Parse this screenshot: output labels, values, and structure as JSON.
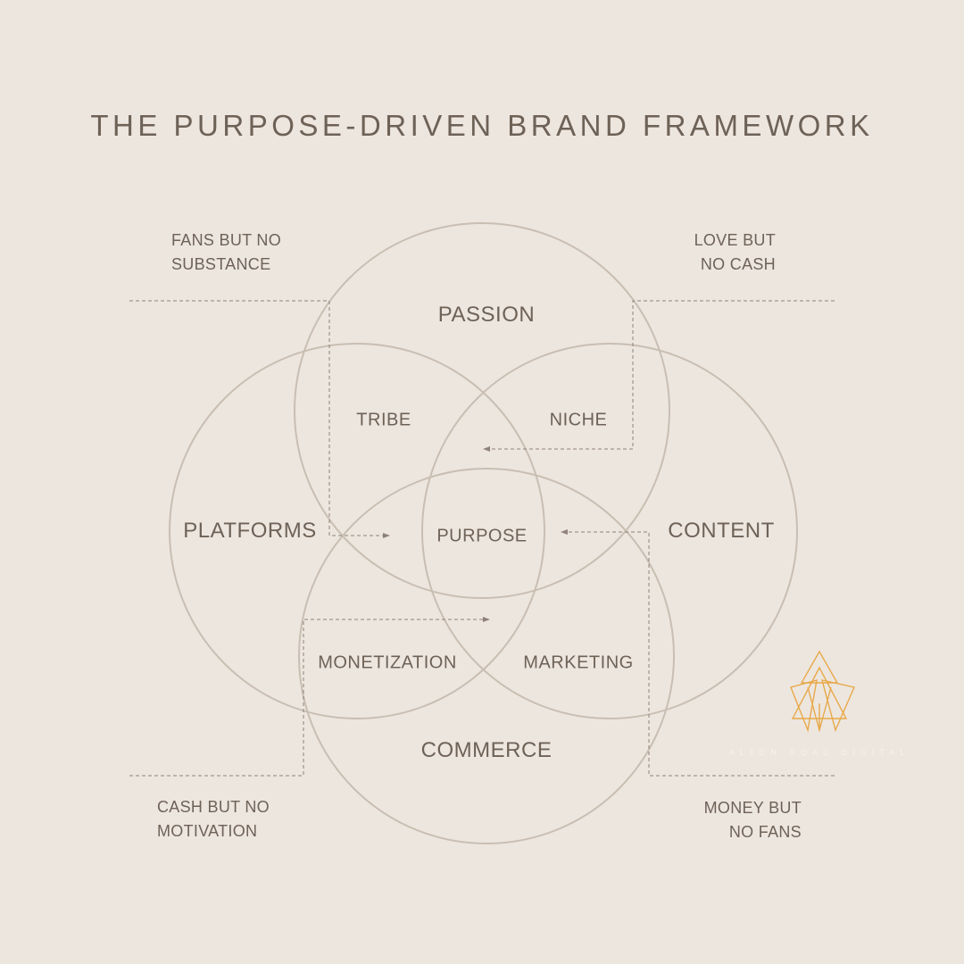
{
  "title": "THE PURPOSE-DRIVEN BRAND FRAMEWORK",
  "circles": {
    "passion": "PASSION",
    "platforms": "PLATFORMS",
    "content": "CONTENT",
    "commerce": "COMMERCE"
  },
  "overlaps": {
    "tribe": "TRIBE",
    "niche": "NICHE",
    "purpose": "PURPOSE",
    "monetization": "MONETIZATION",
    "marketing": "MARKETING"
  },
  "corners": {
    "top_left": {
      "line1": "FANS BUT NO",
      "line2": "SUBSTANCE"
    },
    "top_right": {
      "line1": "LOVE BUT",
      "line2": "NO CASH"
    },
    "bottom_left": {
      "line1": "CASH BUT NO",
      "line2": "MOTIVATION"
    },
    "bottom_right": {
      "line1": "MONEY BUT",
      "line2": "NO FANS"
    }
  },
  "brand": {
    "name": "ALTON ROAD DIGITAL",
    "logo_icon": "triangle-logo-icon"
  },
  "colors": {
    "background": "#ede6df",
    "text": "#6e6257",
    "circle_stroke": "#c9beb2",
    "connector": "#8e8278",
    "logo_gold": "#e7a94a"
  }
}
